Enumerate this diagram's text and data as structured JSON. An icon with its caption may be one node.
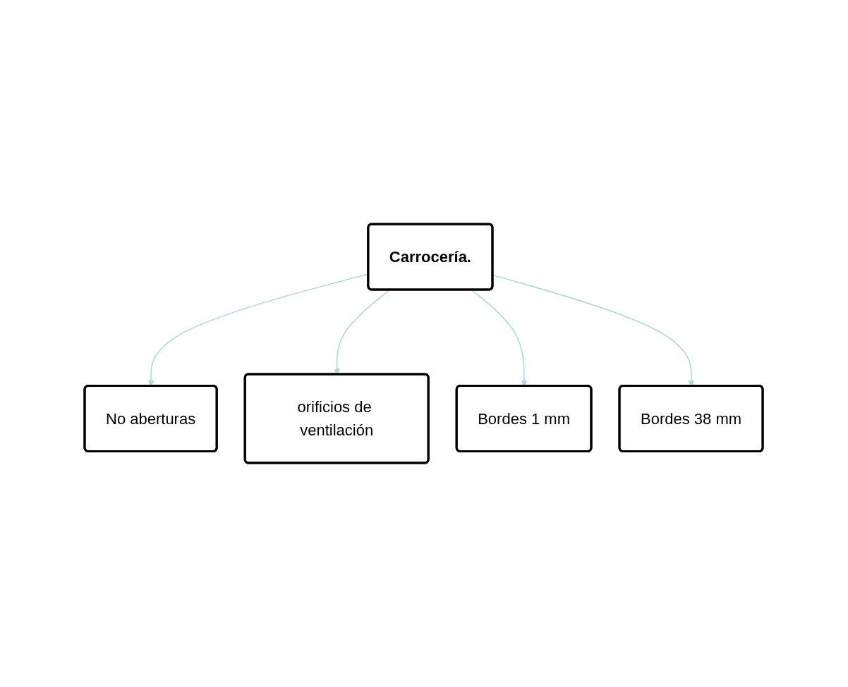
{
  "diagram": {
    "nodes": [
      {
        "text": [
          "Carrocería."
        ]
      },
      {
        "text": [
          "No aberturas"
        ]
      },
      {
        "text": [
          "orificios de ventilación"
        ]
      },
      {
        "text": [
          "Bordes 1 mm"
        ]
      },
      {
        "text": [
          "Bordes 38 mm"
        ]
      }
    ],
    "edges": [
      {
        "from": 0,
        "to": 1,
        "arrow": "to"
      },
      {
        "from": 0,
        "to": 2,
        "arrow": "to"
      },
      {
        "from": 0,
        "to": 3,
        "arrow": "to"
      },
      {
        "from": 0,
        "to": 4,
        "arrow": "to"
      }
    ]
  }
}
